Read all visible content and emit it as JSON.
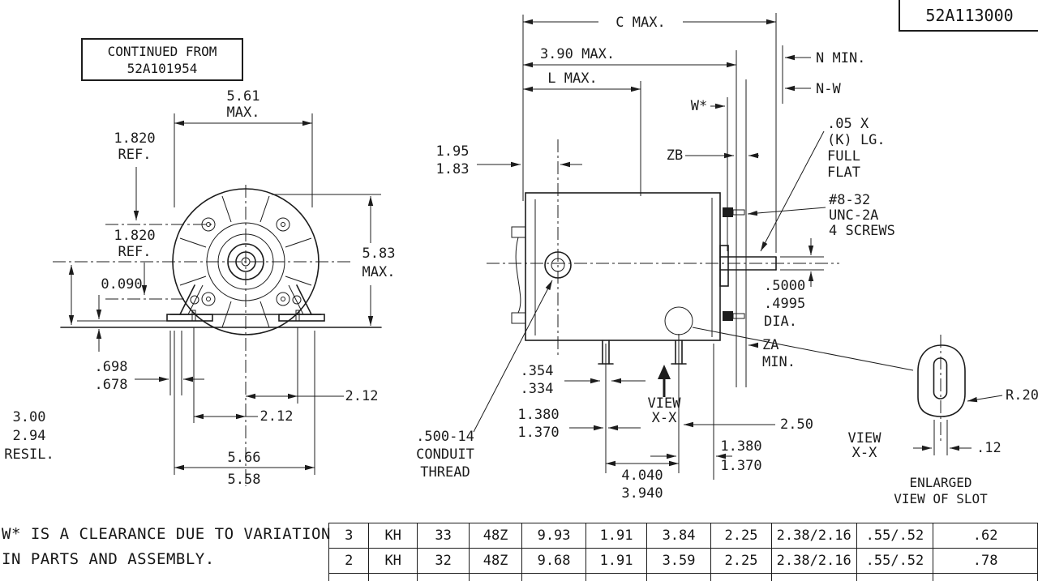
{
  "sheet": {
    "drawing_number": "52A113000",
    "continued_line1": "CONTINUED FROM",
    "continued_line2": "52A101954",
    "note_line1": "W* IS A CLEARANCE DUE TO VARIATION",
    "note_line2": "IN PARTS AND ASSEMBLY."
  },
  "front": {
    "w561": "5.61",
    "w561_sfx": "MAX.",
    "ref_top": "1.820",
    "ref_top_sfx": "REF.",
    "ref_bot": "1.820",
    "ref_bot_sfx": "REF.",
    "h583": "5.83",
    "h583_sfx": "MAX.",
    "gap090": "0.090",
    "foot_hi": ".698",
    "foot_lo": ".678",
    "ctr_hi": "3.00",
    "ctr_lo": "2.94",
    "ctr_sfx": "RESIL.",
    "bolt_r": "2.12",
    "bolt_l": "2.12",
    "base_hi": "5.66",
    "base_lo": "5.58"
  },
  "side": {
    "c_max": "C MAX.",
    "max390": "3.90 MAX.",
    "l_max": "L MAX.",
    "n_min": "N MIN.",
    "n_w": "N-W",
    "w_star": "W*",
    "zb": "ZB",
    "ov_hi": "1.95",
    "ov_lo": "1.83",
    "flat1": ".05 X",
    "flat2": "(K) LG.",
    "flat3": "FULL",
    "flat4": "FLAT",
    "scr1": "#8-32",
    "scr2": "UNC-2A",
    "scr3": "4 SCREWS",
    "dia1": ".5000",
    "dia2": ".4995",
    "dia3": "DIA.",
    "za1": "ZA",
    "za2": "MIN.",
    "stud_hi": ".354",
    "stud_lo": ".334",
    "off_l_hi": "1.380",
    "off_l_lo": "1.370",
    "cond1": ".500-14",
    "cond2": "CONDUIT",
    "cond3": "THREAD",
    "view1": "VIEW",
    "view2": "X-X",
    "d250": "2.50",
    "off_r_hi": "1.380",
    "off_r_lo": "1.370",
    "span_hi": "4.040",
    "span_lo": "3.940"
  },
  "slot": {
    "r20": "R.20",
    "view1": "VIEW",
    "view2": "X-X",
    "d12": ".12",
    "cap1": "ENLARGED",
    "cap2": "VIEW OF SLOT"
  },
  "table": {
    "rows": [
      [
        "3",
        "KH",
        "33",
        "48Z",
        "9.93",
        "1.91",
        "3.84",
        "2.25",
        "2.38/2.16",
        ".55/.52",
        ".62"
      ],
      [
        "2",
        "KH",
        "32",
        "48Z",
        "9.68",
        "1.91",
        "3.59",
        "2.25",
        "2.38/2.16",
        ".55/.52",
        ".78"
      ],
      [
        "",
        "",
        "",
        "",
        "",
        "",
        "",
        "",
        "",
        "",
        ""
      ]
    ]
  }
}
